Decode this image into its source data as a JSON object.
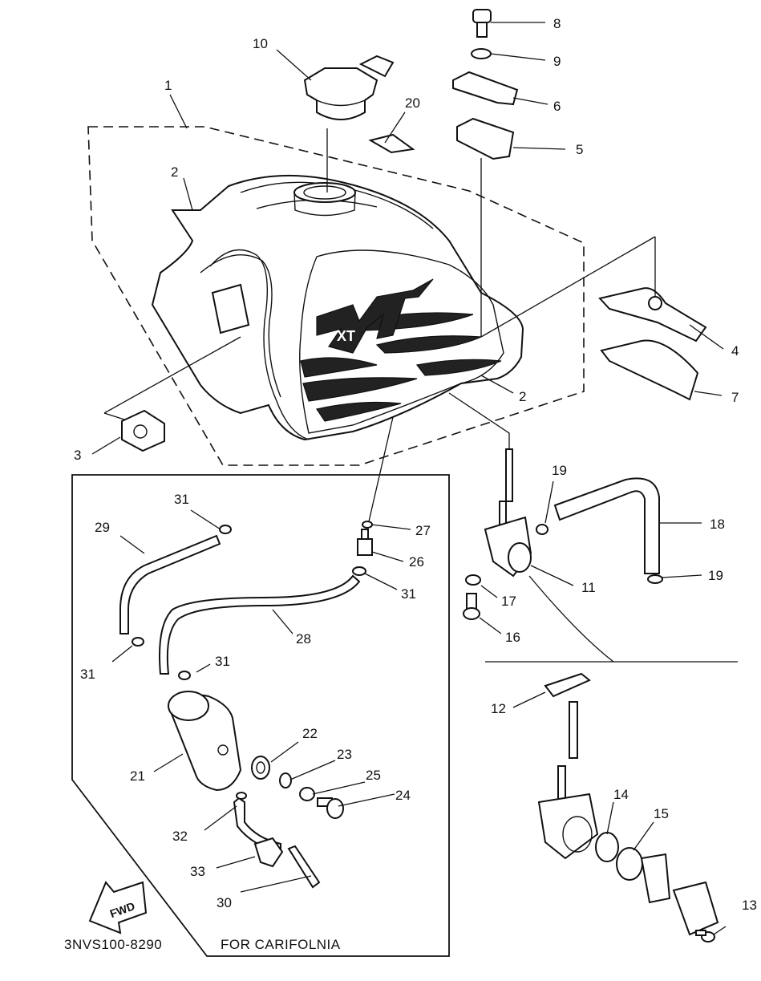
{
  "diagram": {
    "callouts": [
      {
        "id": "c1",
        "text": "1"
      },
      {
        "id": "c2a",
        "text": "2"
      },
      {
        "id": "c2b",
        "text": "2"
      },
      {
        "id": "c3",
        "text": "3"
      },
      {
        "id": "c4",
        "text": "4"
      },
      {
        "id": "c5",
        "text": "5"
      },
      {
        "id": "c6",
        "text": "6"
      },
      {
        "id": "c7",
        "text": "7"
      },
      {
        "id": "c8",
        "text": "8"
      },
      {
        "id": "c9",
        "text": "9"
      },
      {
        "id": "c10",
        "text": "10"
      },
      {
        "id": "c11",
        "text": "11"
      },
      {
        "id": "c12",
        "text": "12"
      },
      {
        "id": "c13",
        "text": "13"
      },
      {
        "id": "c14",
        "text": "14"
      },
      {
        "id": "c15",
        "text": "15"
      },
      {
        "id": "c16",
        "text": "16"
      },
      {
        "id": "c17",
        "text": "17"
      },
      {
        "id": "c18",
        "text": "18"
      },
      {
        "id": "c19a",
        "text": "19"
      },
      {
        "id": "c19b",
        "text": "19"
      },
      {
        "id": "c20",
        "text": "20"
      },
      {
        "id": "c21",
        "text": "21"
      },
      {
        "id": "c22",
        "text": "22"
      },
      {
        "id": "c23",
        "text": "23"
      },
      {
        "id": "c24",
        "text": "24"
      },
      {
        "id": "c25",
        "text": "25"
      },
      {
        "id": "c26",
        "text": "26"
      },
      {
        "id": "c27",
        "text": "27"
      },
      {
        "id": "c28",
        "text": "28"
      },
      {
        "id": "c29",
        "text": "29"
      },
      {
        "id": "c30",
        "text": "30"
      },
      {
        "id": "c31a",
        "text": "31"
      },
      {
        "id": "c31b",
        "text": "31"
      },
      {
        "id": "c31c",
        "text": "31"
      },
      {
        "id": "c31d",
        "text": "31"
      },
      {
        "id": "c32",
        "text": "32"
      },
      {
        "id": "c33",
        "text": "33"
      }
    ],
    "fwd_label": "FWD",
    "inset_caption": "FOR CARIFOLNIA",
    "drawing_code": "3NVS100-8290",
    "tank_graphic_text": "XT"
  }
}
